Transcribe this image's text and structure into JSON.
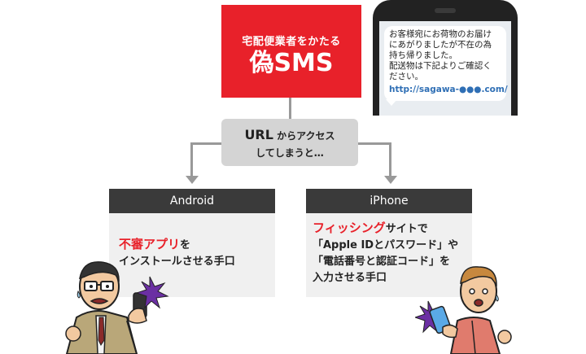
{
  "title_box": {
    "subtitle": "宅配便業者をかたる",
    "title": "偽SMS",
    "color": "#e8212a"
  },
  "sms": {
    "message": "お客様宛にお荷物のお届け\nにあがりましたが不在の為\n持ち帰りました。\n配送物は下記よりご確認く\nださい。",
    "url": "http://sagawa-●●●.com/",
    "url_color": "#2f6fb5"
  },
  "access": {
    "url_label": "URL",
    "line1_rest": "からアクセス",
    "line2": "してしまうと…"
  },
  "android": {
    "header": "Android",
    "highlight": "不審アプリ",
    "line1_rest": "を",
    "line2": "インストールさせる手口"
  },
  "iphone": {
    "header": "iPhone",
    "highlight": "フィッシング",
    "line1_rest": "サイトで",
    "line2": "「Apple IDとパスワード」や",
    "line3": "「電話番号と認証コード」を",
    "line4": "入力させる手口"
  },
  "colors": {
    "accent_red": "#e8212a",
    "header_dark": "#3a3a3a",
    "card_bg": "#f0f0f0",
    "connector": "#999999"
  }
}
